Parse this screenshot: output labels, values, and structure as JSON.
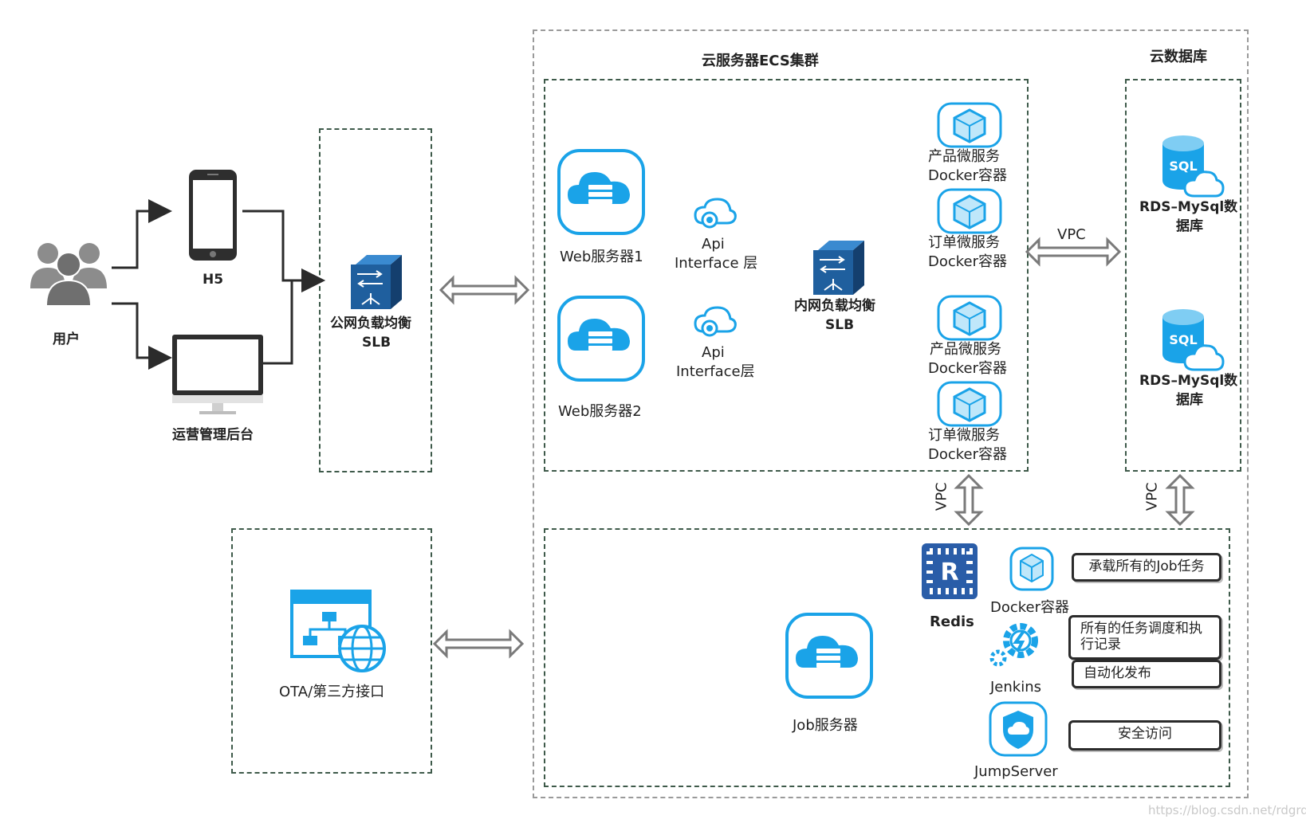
{
  "groups": {
    "ecs_cluster": "云服务器ECS集群",
    "cloud_db": "云数据库"
  },
  "user": {
    "users": "用户",
    "h5": "H5",
    "admin": "运营管理后台"
  },
  "public_slb": {
    "line1": "公网负载均衡",
    "line2": "SLB"
  },
  "web": {
    "server1": "Web服务器1",
    "server2": "Web服务器2"
  },
  "api": {
    "a1_line1": "Api",
    "a1_line2": "Interface 层",
    "a2_line1": "Api",
    "a2_line2": "Interface层"
  },
  "internal_slb": {
    "line1": "内网负载均衡",
    "line2": "SLB"
  },
  "microservices": [
    {
      "line1": "产品微服务",
      "line2": "Docker容器"
    },
    {
      "line1": "订单微服务",
      "line2": "Docker容器"
    },
    {
      "line1": "产品微服务",
      "line2": "Docker容器"
    },
    {
      "line1": "订单微服务",
      "line2": "Docker容器"
    }
  ],
  "rds": [
    {
      "line1": "RDS–MySql数",
      "line2": "据库"
    },
    {
      "line1": "RDS–MySql数",
      "line2": "据库"
    }
  ],
  "vpc": {
    "horizontal": "VPC",
    "vertical1": "VPC",
    "vertical2": "VPC"
  },
  "ota": "OTA/第三方接口",
  "job": {
    "server": "Job服务器",
    "redis": "Redis",
    "docker": "Docker容器",
    "jenkins": "Jenkins",
    "jumpserver": "JumpServer"
  },
  "callouts": {
    "job_tasks": "承载所有的Job任务",
    "schedule": "所有的任务调度和执行记录",
    "deploy": "自动化发布",
    "security": "安全访问"
  },
  "watermark": "https://blog.csdn.net/rdgrdg",
  "colors": {
    "accent": "#1aa3e8",
    "dash": "#3e5a4a",
    "slb": "#1f5f9e"
  }
}
